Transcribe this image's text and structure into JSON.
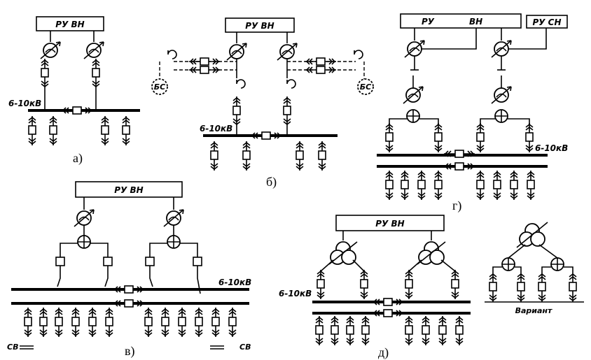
{
  "labels": {
    "ru_vn": "РУ ВН",
    "ru": "РУ",
    "vn": "ВН",
    "ru_sn": "РУ СН",
    "voltage": "6-10кВ",
    "bs": "БС",
    "sv": "СВ",
    "variant": "Вариант"
  },
  "captions": {
    "a": "а)",
    "b": "б)",
    "v": "в)",
    "g": "г)",
    "d": "д)"
  }
}
